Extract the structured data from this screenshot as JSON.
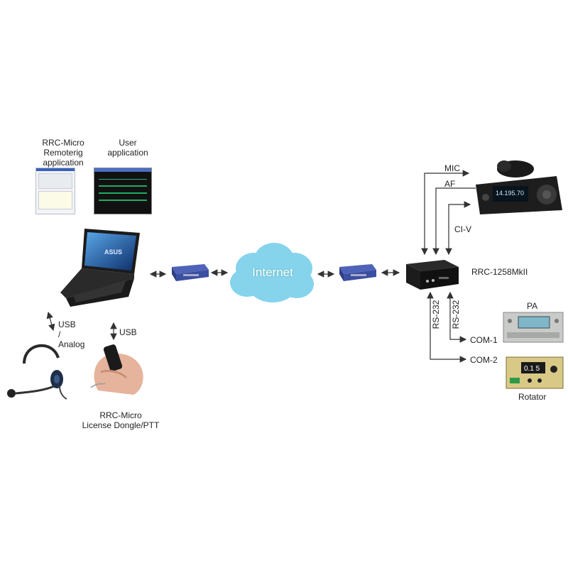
{
  "labels": {
    "remotrig_app": [
      "RRC-Micro",
      "Remoterig",
      "application"
    ],
    "user_app": [
      "User",
      "application"
    ],
    "usb_analog": [
      "USB",
      "/",
      "Analog"
    ],
    "usb": "USB",
    "dongle": [
      "RRC-Micro",
      "License Dongle/PTT"
    ],
    "internet": "Internet",
    "mic": "MIC",
    "af": "AF",
    "civ": "CI-V",
    "rrc_unit": "RRC-1258MkII",
    "rs232_a": "RS-232",
    "rs232_b": "RS-232",
    "com1": "COM-1",
    "com2": "COM-2",
    "pa": "PA",
    "rotator": "Rotator",
    "laptop_brand": "ASUS",
    "radio_display": "14.195.70",
    "rotator_display": "0.1 5"
  },
  "colors": {
    "router_blue": "#3a4fa0",
    "cloud": "#7fd0ea",
    "line": "#333333"
  }
}
